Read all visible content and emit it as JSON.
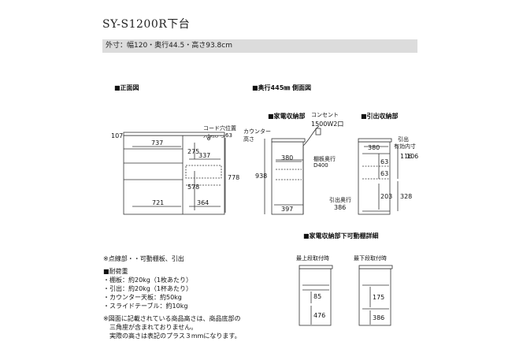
{
  "title": "SY-S1200R下台",
  "spec": "外寸：幅120・奥行44.5・高さ93.8cm",
  "sections": {
    "front": "■正面図",
    "side": "■奥行445㎜ 側面図",
    "appliance": "■家電収納部",
    "drawer": "■引出収納部",
    "shelf_detail": "■家電収納部下可動棚詳細"
  },
  "front": {
    "dims": [
      "107",
      "737",
      "275",
      "337",
      "778",
      "578",
      "721",
      "364"
    ],
    "cord_label_1": "コード穴位置",
    "cord_label_2": "外側から63"
  },
  "appliance": {
    "outlet_1": "コンセント",
    "outlet_2": "1500W2口",
    "counter_1": "カウンター",
    "counter_2": "高さ",
    "shelf_1": "棚板奥行",
    "shelf_2": "D400",
    "dims": [
      "938",
      "380",
      "397"
    ]
  },
  "drawer": {
    "inner_1": "引出",
    "inner_2": "有効内寸",
    "dims": [
      "380",
      "63",
      "63",
      "203",
      "116",
      "106",
      "328"
    ],
    "depth_1": "引出奥行",
    "depth_2": "386"
  },
  "shelf_detail": {
    "top_label": "最上段取付時",
    "bottom_label": "最下段取付時",
    "top_dims": [
      "85",
      "476"
    ],
    "bottom_dims": [
      "175",
      "386"
    ]
  },
  "notes": {
    "dotted": "※点線部・・可動棚板、引出",
    "load_title": "■耐荷重",
    "loads": [
      "・棚板：約20kg（1枚あたり）",
      "・引出：約20kg（1杯あたり）",
      "・カウンター天板：約50kg",
      "・スライドテーブル：約10kg"
    ],
    "footnote": [
      "※図面に記載されている商品高さは、商品底部の",
      "　三角座が含まれておりません。",
      "　実際の高さは表記のプラス３mmになります。"
    ]
  }
}
